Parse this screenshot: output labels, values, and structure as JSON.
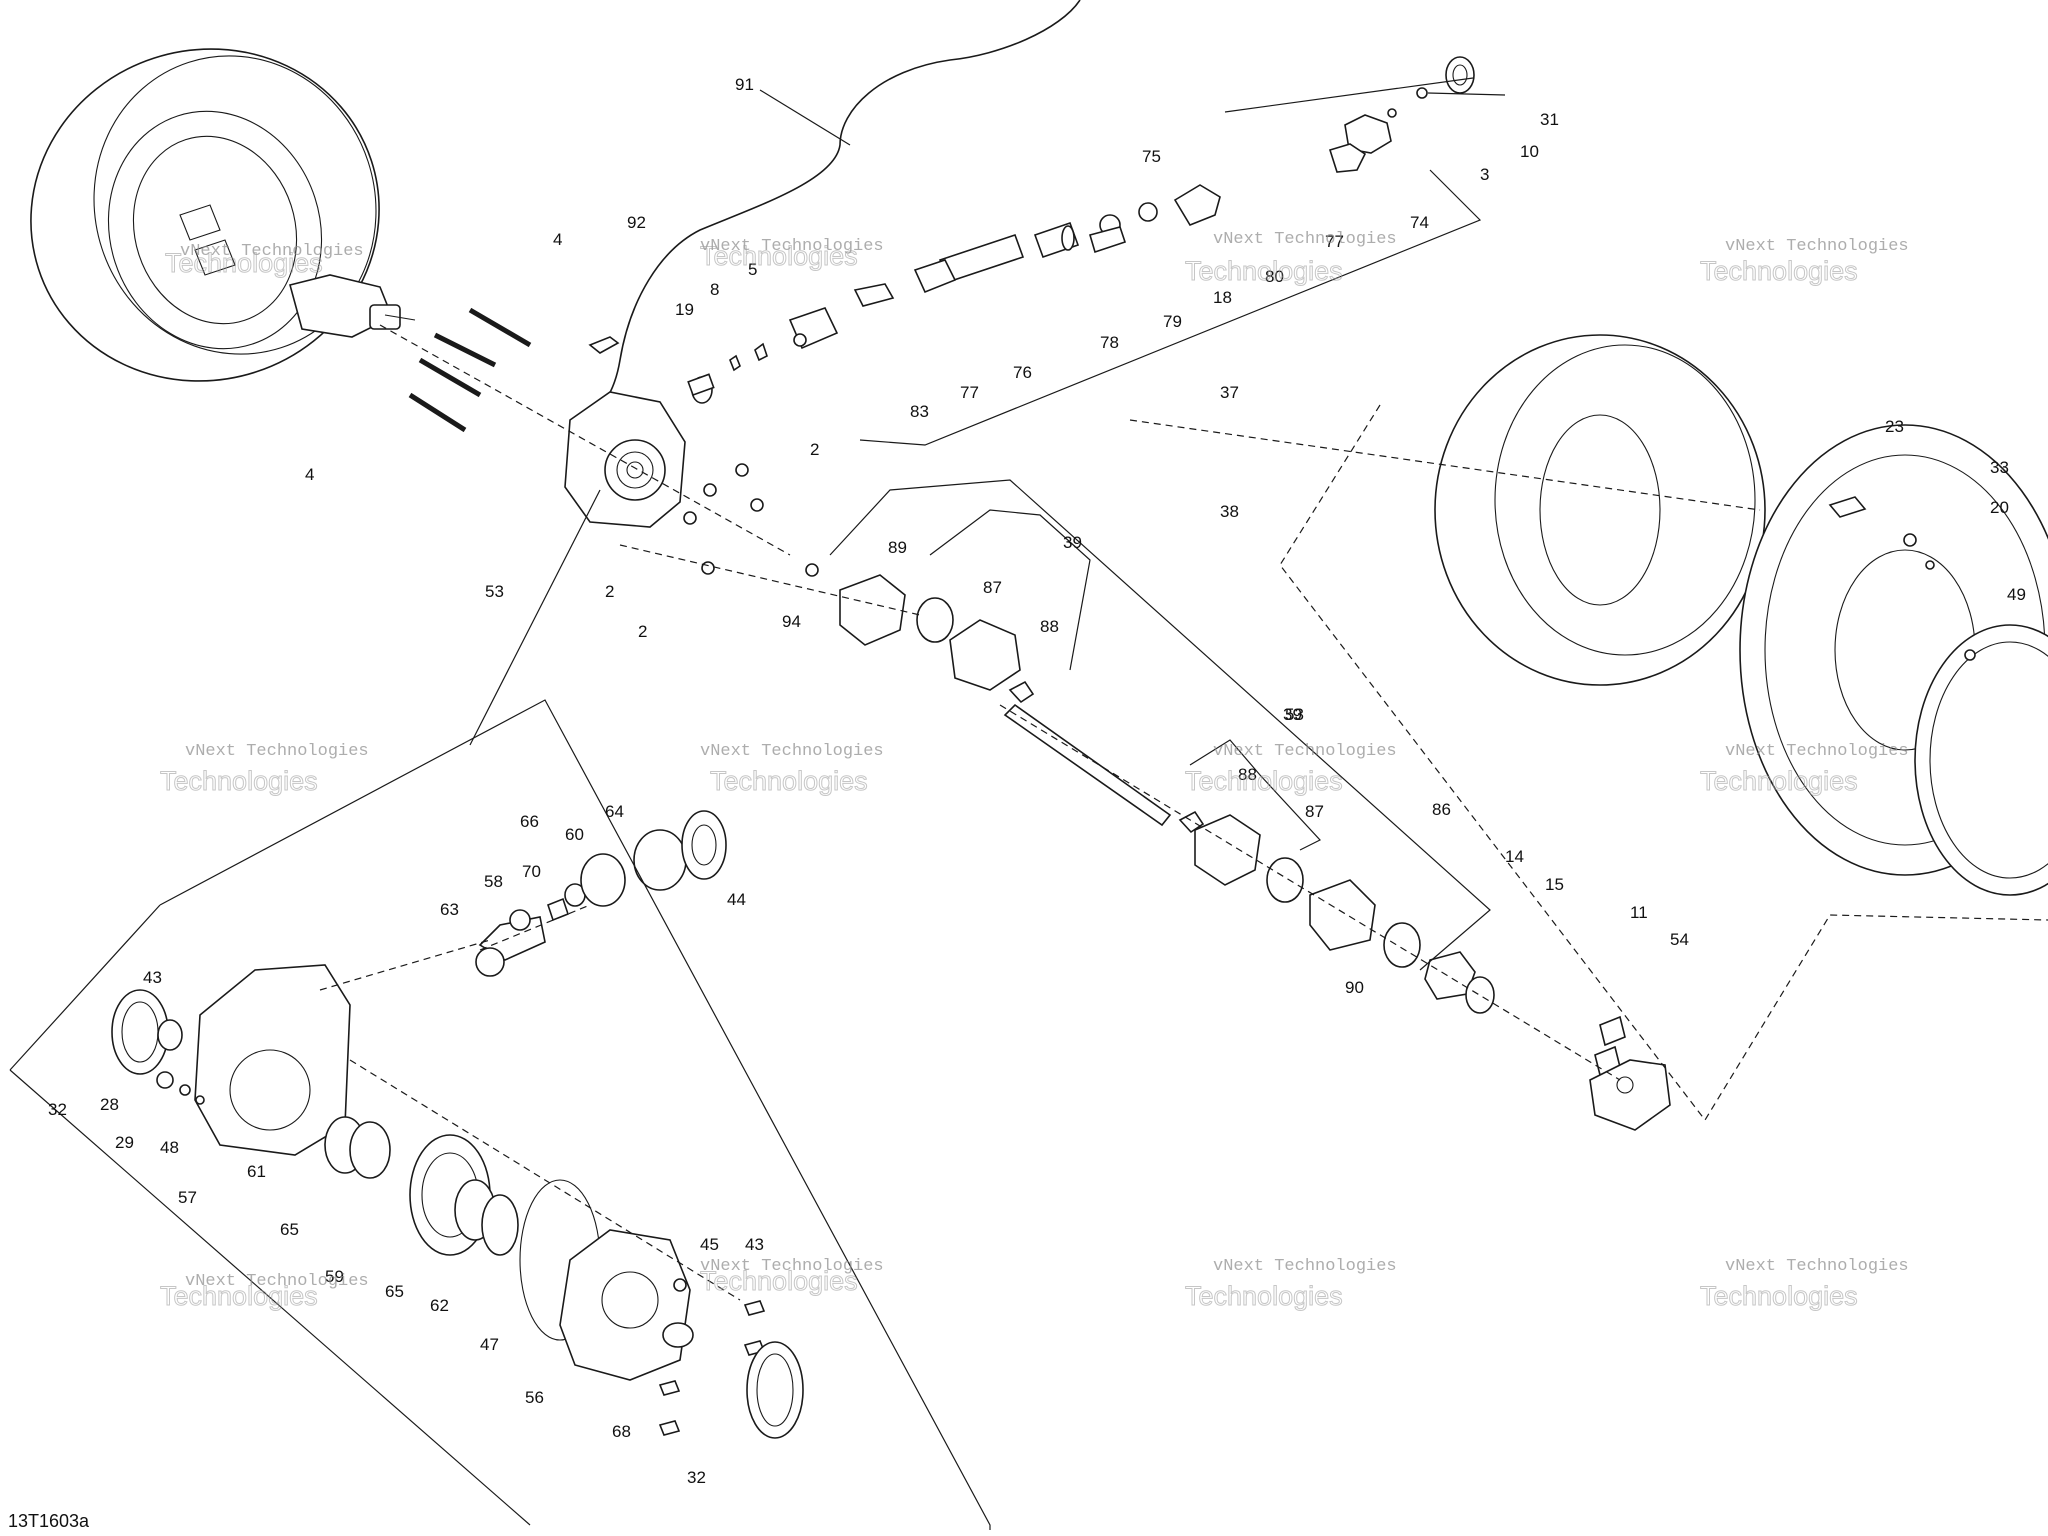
{
  "diagram": {
    "id_label": "13T1603a",
    "watermark": {
      "line1": "vNext Technologies",
      "line2": "Technologies"
    },
    "callouts": [
      "91",
      "31",
      "10",
      "3",
      "75",
      "74",
      "77",
      "78",
      "80",
      "18",
      "79",
      "92",
      "4",
      "5",
      "8",
      "19",
      "76",
      "77",
      "83",
      "37",
      "4",
      "2",
      "53",
      "2",
      "2",
      "94",
      "89",
      "87",
      "39",
      "88",
      "38",
      "23",
      "33",
      "20",
      "49",
      "53",
      "39",
      "88",
      "87",
      "86",
      "14",
      "15",
      "11",
      "54",
      "90",
      "66",
      "60",
      "64",
      "44",
      "58",
      "70",
      "63",
      "43",
      "32",
      "28",
      "29",
      "48",
      "57",
      "61",
      "65",
      "59",
      "65",
      "62",
      "47",
      "45",
      "43",
      "56",
      "68",
      "32"
    ]
  }
}
